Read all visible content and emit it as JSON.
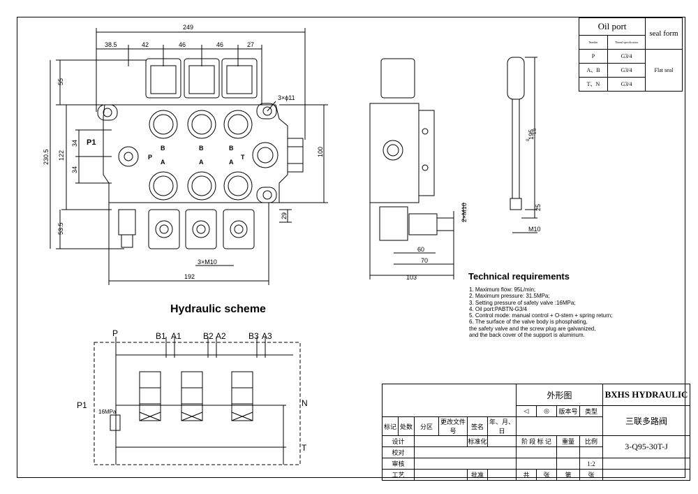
{
  "dims": {
    "overall_width": "249",
    "seg1": "38.5",
    "seg2": "42",
    "seg3": "46",
    "seg4": "46",
    "seg5": "27",
    "height_55": "55",
    "height_2305": "230.5",
    "height_122": "122",
    "height_34a": "34",
    "height_34b": "34",
    "height_535": "53.5",
    "height_100": "100",
    "height_29": "29",
    "holes": "3×ϕ11",
    "width_192": "192",
    "mount_thread": "3×M10",
    "side_2xM10": "2×M10",
    "side_60": "60",
    "side_70": "70",
    "side_103": "103",
    "lever_len": "195",
    "lever_tol_top": "0",
    "lever_tol_bot": "-1.0",
    "lever_25": "25",
    "lever_m10": "M10"
  },
  "ports": {
    "p1": "P1",
    "p": "P",
    "t": "T",
    "b": "B",
    "a": "A"
  },
  "oil_port": {
    "title": "Oil port",
    "seal_form": "seal form",
    "col_number": "Number",
    "col_thread": "Thread specification",
    "rows": [
      {
        "port": "P",
        "thread": "G3/4"
      },
      {
        "port": "A、B",
        "thread": "G3/4"
      },
      {
        "port": "T、N",
        "thread": "G3/4"
      }
    ],
    "seal": "Flat seal"
  },
  "tech": {
    "title": "Technical requirements",
    "items": [
      "1. Maximum flow: 95L/min;",
      "2. Maximum pressure: 31.5MPa;",
      "3. Setting pressure of safety valve :16MPa;",
      "4. Oil port:PABTN-G3/4",
      "5. Control mode: manual control + O-stem + spring return;",
      "6. The surface of the valve body is phosphating,",
      "the safety valve and the screw plug are galvanized,",
      "and the back cover of the support is aluminum."
    ]
  },
  "hydraulic": {
    "title": "Hydraulic scheme",
    "p": "P",
    "p1": "P1",
    "n": "N",
    "t": "T",
    "relief": "16MPa",
    "b1": "B1",
    "a1": "A1",
    "b2": "B2",
    "a2": "A2",
    "b3": "B3",
    "a3": "A3"
  },
  "title_block": {
    "drawing_type": "外形图",
    "company": "BXHS HYDRAULIC",
    "name": "三联多路阀",
    "model": "3-Q95-30T-J",
    "mark": "标记",
    "count": "处数",
    "zone": "分区",
    "change_doc": "更改文件号",
    "sign": "签名",
    "date": "年、月、日",
    "design": "设计",
    "standardize": "标准化",
    "check": "校对",
    "review": "审核",
    "process": "工艺",
    "approve": "批准",
    "stage_mark": "阶 段 标 记",
    "weight": "重量",
    "scale": "比例",
    "scale_val": "1:2",
    "total": "共",
    "sheets": "张",
    "page": "第",
    "sheet2": "张",
    "version": "版本号",
    "type": "类型"
  }
}
